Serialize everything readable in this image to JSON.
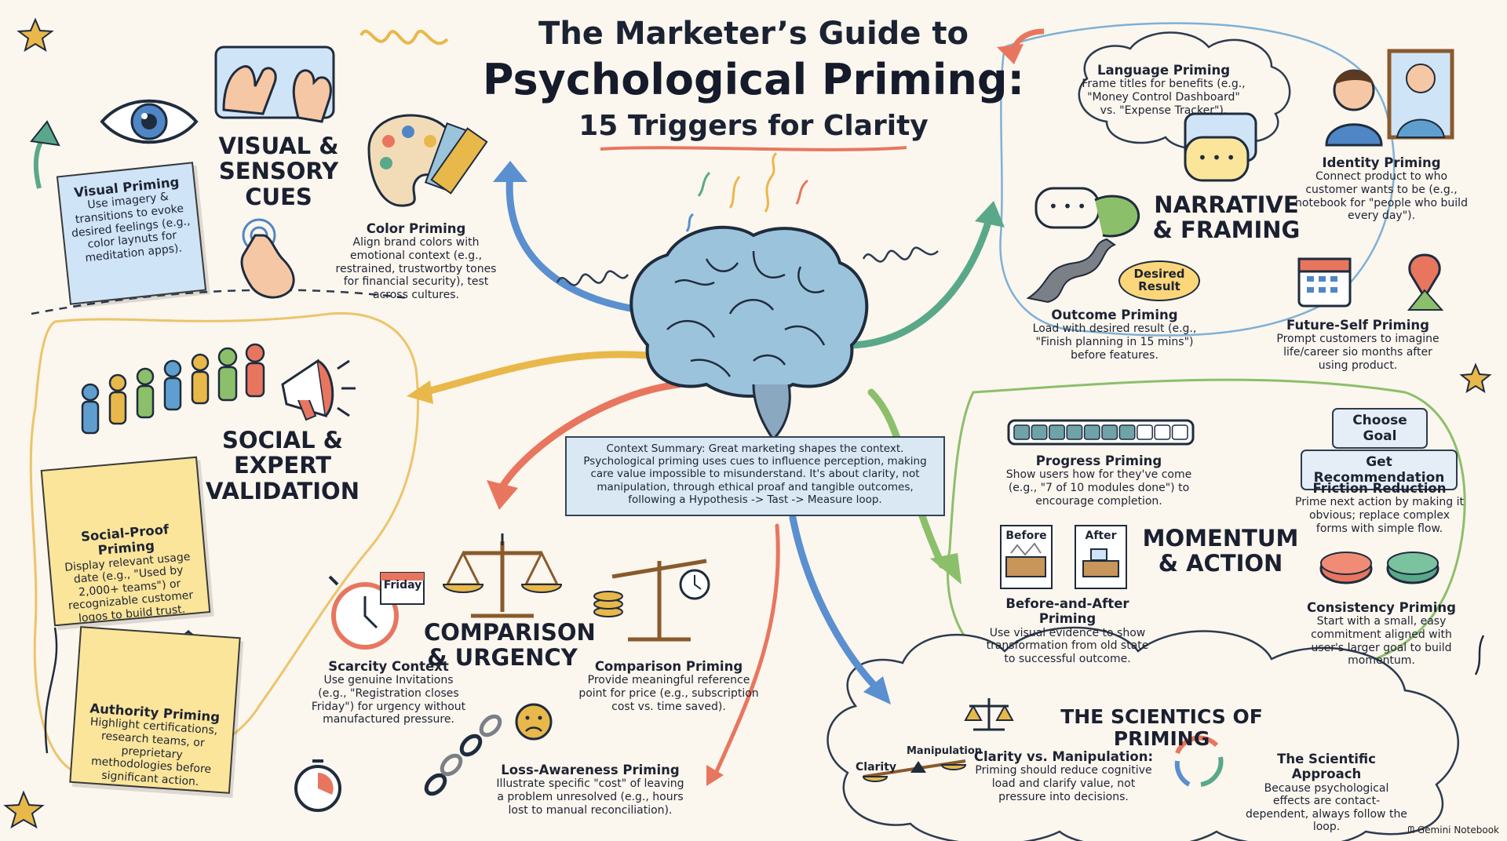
{
  "title": {
    "line1": "The Marketer’s Guide to",
    "line2": "Psychological Priming:",
    "line3": "15 Triggers for Clarity"
  },
  "sections": {
    "visual": "VISUAL & SENSORY CUES",
    "narrative": "NARRATIVE & FRAMING",
    "social": "SOCIAL & EXPERT VALIDATION",
    "comparison": "COMPARISON & URGENCY",
    "momentum": "MOMENTUM & ACTION",
    "science": "THE SCIENTICS OF PRIMING"
  },
  "items": {
    "visual_priming": {
      "title": "Visual Priming",
      "body": "Use imagery & transitions to evoke desired feelings (e.g., color laynuts for meditation apps)."
    },
    "color_priming": {
      "title": "Color Priming",
      "body": "Align brand colors with emotional context (e.g., restrained, trustwortby tones for financial security), test across cultures."
    },
    "language_priming": {
      "title": "Language Priming",
      "body": "Frame titles for benefits (e.g., \"Money Control Dashboard\" vs. \"Expense Tracker\")."
    },
    "identity_priming": {
      "title": "Identity Priming",
      "body": "Connect product to who customer wants to be (e.g., notebook for \"people who build every day\")."
    },
    "outcome_priming": {
      "title": "Outcome Priming",
      "body": "Load with desired result (e.g., \"Finish planning in 15 mins\") before features."
    },
    "future_self": {
      "title": "Future-Self Priming",
      "body": "Prompt customers to imagine life/career sio months after using product."
    },
    "social_proof": {
      "title": "Social-Proof Priming",
      "body": "Display relevant usage date (e.g., \"Used by 2,000+ teams\") or recognizable customer logos to build trust."
    },
    "authority": {
      "title": "Authority Priming",
      "body": "Highlight certifications, research teams, or preprietary methodologies before significant action."
    },
    "scarcity": {
      "title": "Scarcity Context",
      "body": "Use genuine Invitations (e.g., \"Registration closes Friday\") for urgency without manufactured pressure."
    },
    "comparison_priming": {
      "title": "Comparison Priming",
      "body": "Provide meaningful reference point for price (e.g., subscription cost vs. time saved)."
    },
    "loss_awareness": {
      "title": "Loss-Awareness Priming",
      "body": "Illustrate specific \"cost\" of leaving a problem unresolved (e.g., hours lost to manual reconciliation)."
    },
    "progress": {
      "title": "Progress Priming",
      "body": "Show users how for they've come (e.g., \"7 of 10 modules done\") to encourage completion."
    },
    "friction": {
      "title": "Friction Reduction",
      "body": "Prime next action by making it obvious; replace complex forms with simple flow."
    },
    "before_after": {
      "title": "Before-and-After Priming",
      "body": "Use visual evidence to show transformation from old state to successful outcome."
    },
    "consistency": {
      "title": "Consistency Priming",
      "body": "Start with a small, easy commitment aligned with user's larger goal to build momentum."
    },
    "clarity_manip": {
      "title": "Clarity vs. Manipulation:",
      "body": "Priming should reduce cognitive load and clarify value, not pressure into decisions."
    },
    "scientific": {
      "title": "The Scientific Approach",
      "body": "Because psychological effects are contact-dependent, always follow the loop."
    }
  },
  "summary": "Context Summary: Great marketing shapes the context. Psychological priming uses cues to influence perception, making care value impossible to misunderstand. It's about clarity, not manipulation, through ethical proaf and tangible outcomes, following a Hypothesis -> Tast -> Measure loop.",
  "labels": {
    "desired_result": "Desired Result",
    "choose_goal": "Choose Goal",
    "get_recommendation": "Get Recommendation",
    "before": "Before",
    "after": "After",
    "friday": "Friday",
    "clarity": "Clarity",
    "manipulation": "Manipulation"
  },
  "progress": {
    "done": 7,
    "total": 10
  },
  "footer": "Gemini Notebook",
  "icons": [
    "eye-icon",
    "hand-touch-icon",
    "palette-icon",
    "brain-icon",
    "speech-bubble-icon",
    "mirror-person-icon",
    "calendar-icon",
    "map-pin-icon",
    "road-icon",
    "people-crowd-icon",
    "megaphone-icon",
    "bar-chart-icon",
    "shield-check-icon",
    "alarm-clock-icon",
    "scales-icon",
    "coins-stopwatch-icon",
    "chain-sad-face-icon",
    "stopwatch-icon",
    "cycle-arrows-icon",
    "button-red-icon",
    "button-green-icon",
    "star-icon"
  ],
  "colors": {
    "background": "#fbf6ee",
    "note_yellow": "#fbe59a",
    "note_blue": "#cfe4f6",
    "brain": "#9cc3dc",
    "accent_red": "#e8765f",
    "accent_green": "#5aa88a",
    "accent_blue": "#4f86c6",
    "accent_yellow": "#e9b84a"
  }
}
